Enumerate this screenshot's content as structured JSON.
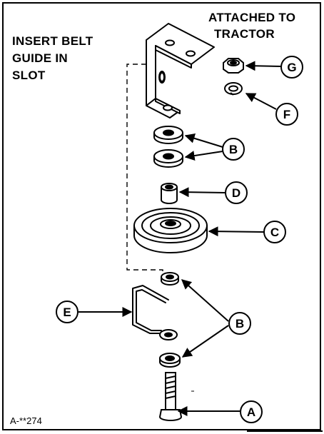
{
  "labels": {
    "attached_line1": "ATTACHED TO",
    "attached_line2": "TRACTOR",
    "insert_line1": "INSERT BELT",
    "insert_line2": "GUIDE IN",
    "insert_line3": "SLOT",
    "drawing_code": "A-**274"
  },
  "callouts": {
    "G": "G",
    "F": "F",
    "B_upper": "B",
    "D": "D",
    "C": "C",
    "E": "E",
    "B_lower": "B",
    "A": "A"
  }
}
